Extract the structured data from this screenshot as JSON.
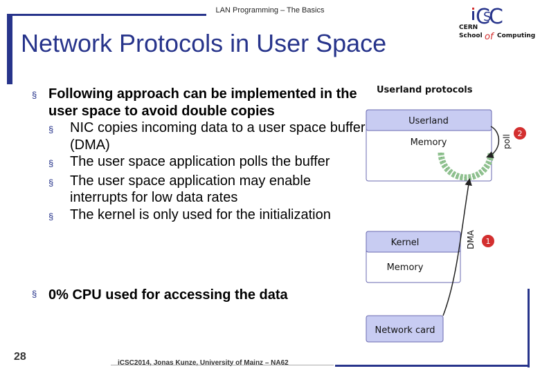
{
  "header": {
    "text": "LAN Programming – The Basics"
  },
  "title": "Network Protocols in User Space",
  "logo": {
    "line1": "CERN",
    "line2": "School",
    "of": "of",
    "computing": "Computing",
    "mark": "iCSC"
  },
  "bullets": [
    {
      "text": "Following approach can be implemented in the user space to avoid double copies",
      "sub": [
        "NIC copies incoming data to a user space buffer (DMA)",
        "The user space application polls the buffer",
        "The user space application may enable interrupts for low data rates",
        "The kernel is only used for the initialization"
      ]
    }
  ],
  "bullet_bottom": "0% CPU used for accessing the data",
  "diagram": {
    "heading": "Userland protocols",
    "userland_label": "Userland",
    "userland_memory_label": "Memory",
    "kernel_label": "Kernel",
    "kernel_memory_label": "Memory",
    "network_card_label": "Network card",
    "poll_label": "poll",
    "dma_label": "DMA",
    "step1": "1",
    "step2": "2",
    "colors": {
      "box_fill": "#c8ccf2",
      "box_border": "#6a6ab0",
      "step": "#d32f2f",
      "ring": "#8fc18f"
    }
  },
  "footer": {
    "page": "28",
    "text": "iCSC2014, Jonas Kunze, University of Mainz – NA62"
  },
  "bullet_marker": "§"
}
